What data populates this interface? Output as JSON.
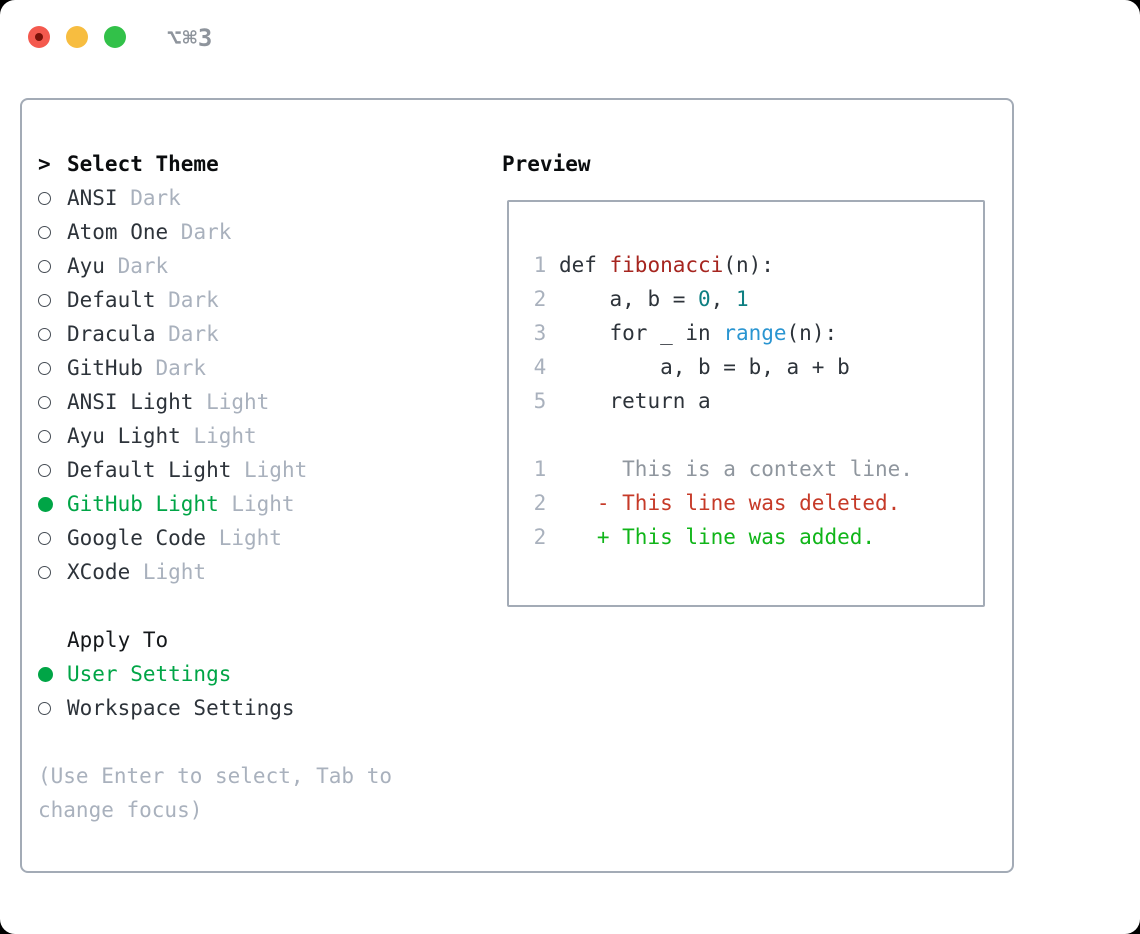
{
  "window": {
    "title": "⌥⌘3"
  },
  "titlebar": {
    "buttons": [
      {
        "name": "close",
        "color": "#f4594e"
      },
      {
        "name": "minimize",
        "color": "#f7bd40"
      },
      {
        "name": "zoom",
        "color": "#32c149"
      }
    ]
  },
  "theme_selector": {
    "prompt": ">",
    "heading": "Select Theme",
    "items": [
      {
        "name": "ANSI",
        "variant": "Dark",
        "selected": false
      },
      {
        "name": "Atom One",
        "variant": "Dark",
        "selected": false
      },
      {
        "name": "Ayu",
        "variant": "Dark",
        "selected": false
      },
      {
        "name": "Default",
        "variant": "Dark",
        "selected": false
      },
      {
        "name": "Dracula",
        "variant": "Dark",
        "selected": false
      },
      {
        "name": "GitHub",
        "variant": "Dark",
        "selected": false
      },
      {
        "name": "ANSI Light",
        "variant": "Light",
        "selected": false
      },
      {
        "name": "Ayu Light",
        "variant": "Light",
        "selected": false
      },
      {
        "name": "Default Light",
        "variant": "Light",
        "selected": false
      },
      {
        "name": "GitHub Light",
        "variant": "Light",
        "selected": true
      },
      {
        "name": "Google Code",
        "variant": "Light",
        "selected": false
      },
      {
        "name": "XCode",
        "variant": "Light",
        "selected": false
      }
    ],
    "apply_to": {
      "heading": "Apply To",
      "options": [
        {
          "name": "User Settings",
          "selected": true
        },
        {
          "name": "Workspace Settings",
          "selected": false
        }
      ]
    },
    "help": "(Use Enter to select, Tab to change focus)"
  },
  "preview": {
    "heading": "Preview",
    "lines": [
      {
        "kind": "code",
        "segments": [
          {
            "t": " 1 ",
            "c": "ln"
          },
          {
            "t": "def ",
            "c": "pl"
          },
          {
            "t": "fibonacci",
            "c": "fn"
          },
          {
            "t": "(n):",
            "c": "pl"
          }
        ]
      },
      {
        "kind": "code",
        "segments": [
          {
            "t": " 2 ",
            "c": "ln"
          },
          {
            "t": "    a, b = ",
            "c": "pl"
          },
          {
            "t": "0",
            "c": "nm"
          },
          {
            "t": ", ",
            "c": "pl"
          },
          {
            "t": "1",
            "c": "nm"
          }
        ]
      },
      {
        "kind": "code",
        "segments": [
          {
            "t": " 3 ",
            "c": "ln"
          },
          {
            "t": "    for _ in ",
            "c": "pl"
          },
          {
            "t": "range",
            "c": "cl"
          },
          {
            "t": "(n):",
            "c": "pl"
          }
        ]
      },
      {
        "kind": "code",
        "segments": [
          {
            "t": " 4 ",
            "c": "ln"
          },
          {
            "t": "        a, b = b, a + b",
            "c": "pl"
          }
        ]
      },
      {
        "kind": "code",
        "segments": [
          {
            "t": " 5 ",
            "c": "ln"
          },
          {
            "t": "    return a",
            "c": "pl"
          }
        ]
      },
      {
        "kind": "blank",
        "segments": []
      },
      {
        "kind": "diff-context",
        "segments": [
          {
            "t": " 1 ",
            "c": "ln"
          },
          {
            "t": "     This is a context line.",
            "c": "ctx"
          }
        ]
      },
      {
        "kind": "diff-deleted",
        "segments": [
          {
            "t": " 2 ",
            "c": "ln"
          },
          {
            "t": "   - This line was deleted.",
            "c": "del"
          }
        ]
      },
      {
        "kind": "diff-added",
        "segments": [
          {
            "t": " 2 ",
            "c": "ln"
          },
          {
            "t": "   + This line was added.",
            "c": "add"
          }
        ]
      }
    ]
  },
  "colors": {
    "window_bg": "#ffffff",
    "panel_border": "#a3abb6",
    "selection_green": "#00a546",
    "item_text": "#2d333a",
    "muted_text": "#a9b1bd",
    "title_gray": "#8e949c",
    "syntax_function_red": "#a6251f",
    "syntax_number_teal": "#0e7f82",
    "syntax_call_blue": "#2a95d1",
    "diff_context_gray": "#8f969e",
    "diff_deleted_red": "#c63a28",
    "diff_added_green": "#10b519",
    "traffic_red": "#f4594e",
    "traffic_yellow": "#f7bd40",
    "traffic_green": "#32c149"
  }
}
